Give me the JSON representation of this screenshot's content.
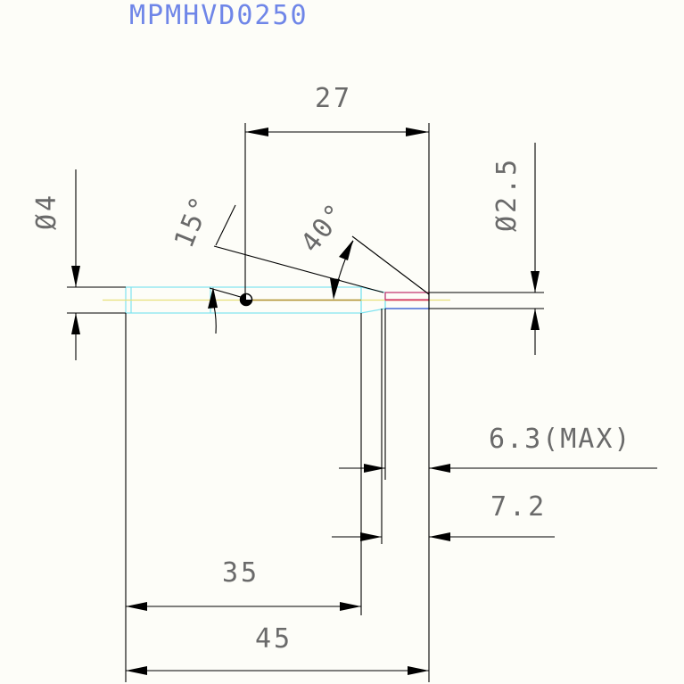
{
  "title": "MPMHVD0250",
  "dimensions": {
    "shank_diameter": "Ø4",
    "tip_diameter": "Ø2.5",
    "length_27": "27",
    "angle_15": "15°",
    "angle_40": "40°",
    "length_63": "6.3(MAX)",
    "length_72": "7.2",
    "length_35": "35",
    "length_45": "45"
  },
  "colors": {
    "dimension": "#000000",
    "text": "#6a6a6a",
    "title": "#6f86e8",
    "tool_outline": "#7fe3f0",
    "centerline": "#e8e07a",
    "cutting_edge": "#d0306a",
    "edge_red": "#e05050",
    "edge_blue": "#3050d0",
    "edge_gold": "#b09030"
  }
}
